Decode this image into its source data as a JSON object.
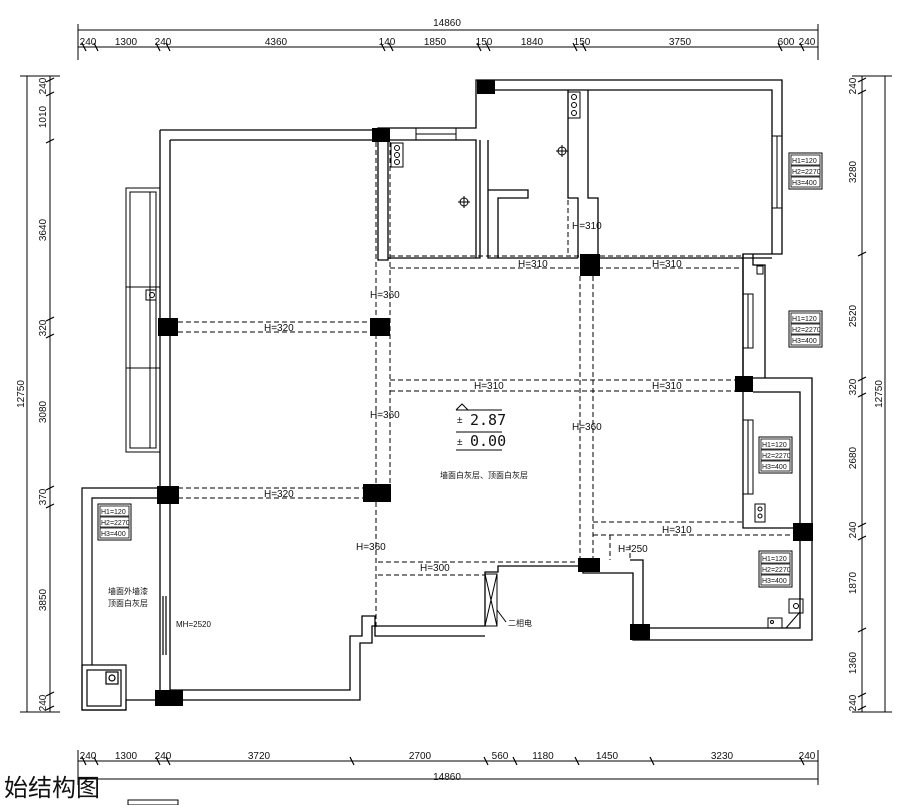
{
  "caption": "始结构图",
  "dims": {
    "top_total": "14860",
    "bottom_total": "14860",
    "left_total": "12750",
    "right_total": "12750",
    "top": [
      "240",
      "1300",
      "240",
      "4360",
      "140",
      "1850",
      "150",
      "1840",
      "150",
      "3750",
      "600",
      "240"
    ],
    "bottom": [
      "240",
      "1300",
      "240",
      "3720",
      "2700",
      "560",
      "1180",
      "1450",
      "3230",
      "240"
    ],
    "left": [
      "240",
      "1010",
      "3640",
      "320",
      "3080",
      "370",
      "3850",
      "240"
    ],
    "right": [
      "240",
      "3280",
      "2520",
      "320",
      "2680",
      "240",
      "1870",
      "1360",
      "240"
    ]
  },
  "beams": {
    "h360_a": "H=360",
    "h360_b": "H=360",
    "h360_c": "H=360",
    "h360_d": "H=360",
    "h320_a": "H=320",
    "h320_b": "H=320",
    "h310_a": "H=310",
    "h310_b": "H=310",
    "h310_c": "H=310",
    "h310_d": "H=310",
    "h310_e": "H=310",
    "h310_f": "H=310",
    "h300": "H=300",
    "h250": "H=250",
    "mh": "MH=2520"
  },
  "elevations": {
    "upper": "2.87",
    "lower": "0.00",
    "sign": "±"
  },
  "notes": {
    "center": "墙面白灰层、顶面白灰层",
    "left_line1": "墙面外墙漆",
    "left_line2": "顶面白灰层",
    "electric": "二相电"
  },
  "windows": {
    "w1": [
      "H1=120",
      "H2=2270",
      "H3=400"
    ],
    "w2": [
      "H1=120",
      "H2=2270",
      "H3=400"
    ],
    "w3": [
      "H1=120",
      "H2=2270",
      "H3=400"
    ],
    "w4": [
      "H1=120",
      "H2=2270",
      "H3=400"
    ],
    "w5": [
      "H1=120",
      "H2=2270",
      "H3=400"
    ]
  }
}
